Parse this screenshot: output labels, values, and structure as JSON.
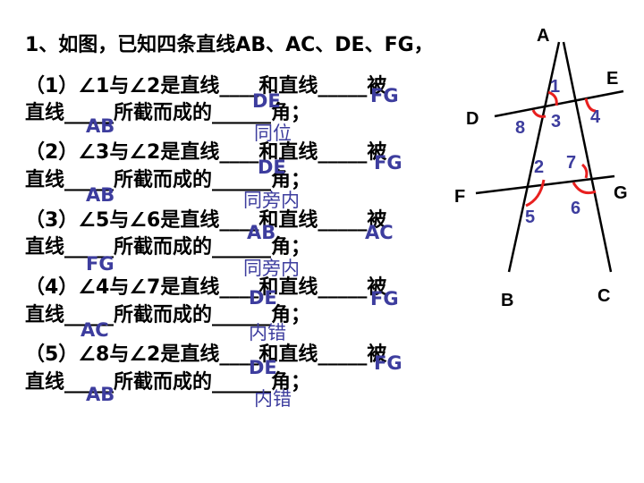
{
  "title": "1、如图，已知四条直线AB、AC、DE、FG，",
  "questions": [
    {
      "line1": "（1）∠1与∠2是直线____和直线_____被",
      "line2": "直线_____所截而成的______角；",
      "a1": "DE",
      "a2": "FG",
      "a3": "AB",
      "a4": "同位"
    },
    {
      "line1": "（2）∠3与∠2是直线____和直线_____被",
      "line2": "直线_____所截而成的______角；",
      "a1": "DE",
      "a2": "FG",
      "a3": "AB",
      "a4": "同旁内"
    },
    {
      "line1": "（3）∠5与∠6是直线____和直线_____被",
      "line2": "直线_____所截而成的______角；",
      "a1": "AB",
      "a2": "AC",
      "a3": "FG",
      "a4": "同旁内"
    },
    {
      "line1": "（4）∠4与∠7是直线____和直线_____被",
      "line2": "直线_____所截而成的______角；",
      "a1": "DE",
      "a2": "FG",
      "a3": "AC",
      "a4": "内错"
    },
    {
      "line1": "（5）∠8与∠2是直线____和直线_____被",
      "line2": "直线_____所截而成的______角；",
      "a1": "DE",
      "a2": "FG",
      "a3": "AB",
      "a4": "内错"
    }
  ],
  "figure": {
    "points": {
      "A": "A",
      "B": "B",
      "C": "C",
      "D": "D",
      "E": "E",
      "F": "F",
      "G": "G"
    },
    "angles": [
      "1",
      "2",
      "3",
      "4",
      "5",
      "6",
      "7",
      "8"
    ],
    "line_color": "#000000",
    "arc_color": "#e8201f",
    "angle_label_color": "#3d3d9e"
  }
}
